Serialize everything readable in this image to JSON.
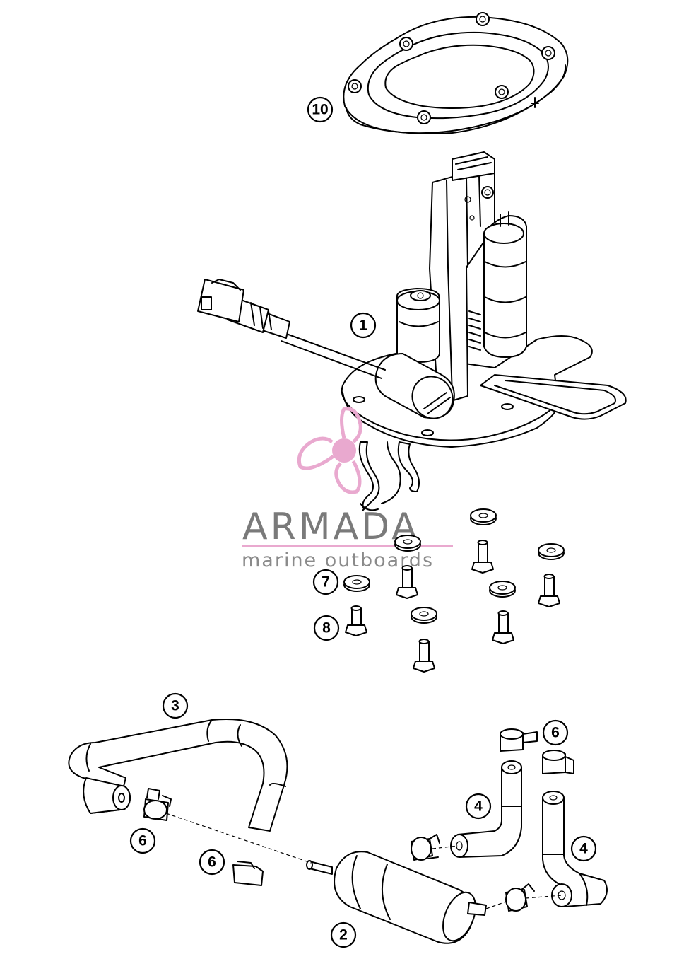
{
  "watermark": {
    "title": "ARMADA",
    "subtitle": "marine outboards",
    "accent_color": "#e9a9cf",
    "text_color": "#7a7a7a"
  },
  "callouts": [
    {
      "label": "10"
    },
    {
      "label": "1"
    },
    {
      "label": "7"
    },
    {
      "label": "8"
    },
    {
      "label": "3"
    },
    {
      "label": "6"
    },
    {
      "label": "4"
    },
    {
      "label": "6"
    },
    {
      "label": "4"
    },
    {
      "label": "6"
    },
    {
      "label": "2"
    }
  ]
}
